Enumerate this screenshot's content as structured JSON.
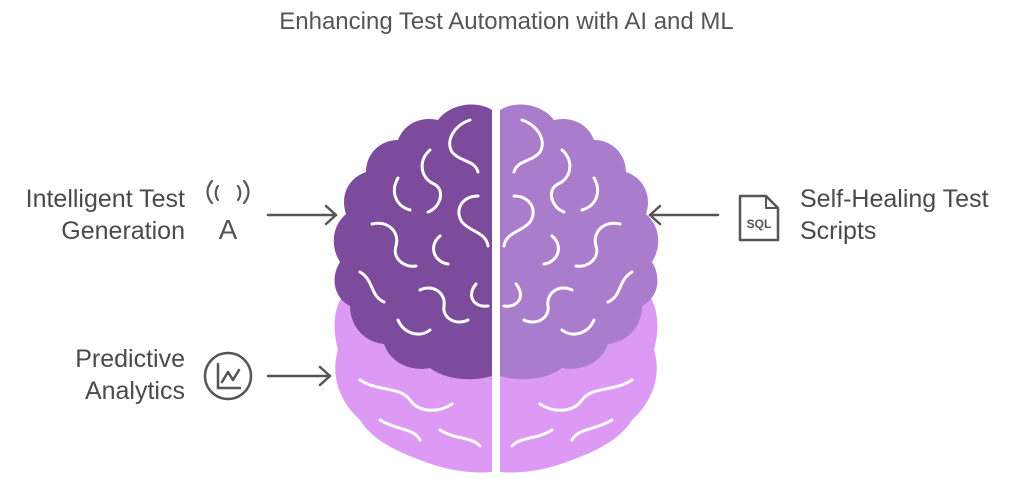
{
  "title": "Enhancing Test Automation with AI and ML",
  "items": [
    {
      "id": "intelligent-test-generation",
      "lines": [
        "Intelligent Test",
        "Generation"
      ],
      "icon": "text-generation-icon"
    },
    {
      "id": "predictive-analytics",
      "lines": [
        "Predictive",
        "Analytics"
      ],
      "icon": "analytics-chart-icon"
    },
    {
      "id": "self-healing-test-scripts",
      "lines": [
        "Self-Healing Test",
        "Scripts"
      ],
      "icon": "sql-file-icon"
    }
  ],
  "icon_text": {
    "sql": "SQL",
    "letter": "A"
  },
  "colors": {
    "brain_left_dark": "#7d4b9b",
    "brain_right_mid": "#a97dcc",
    "brain_lower": "#dd9af4",
    "stroke": "#555555"
  }
}
